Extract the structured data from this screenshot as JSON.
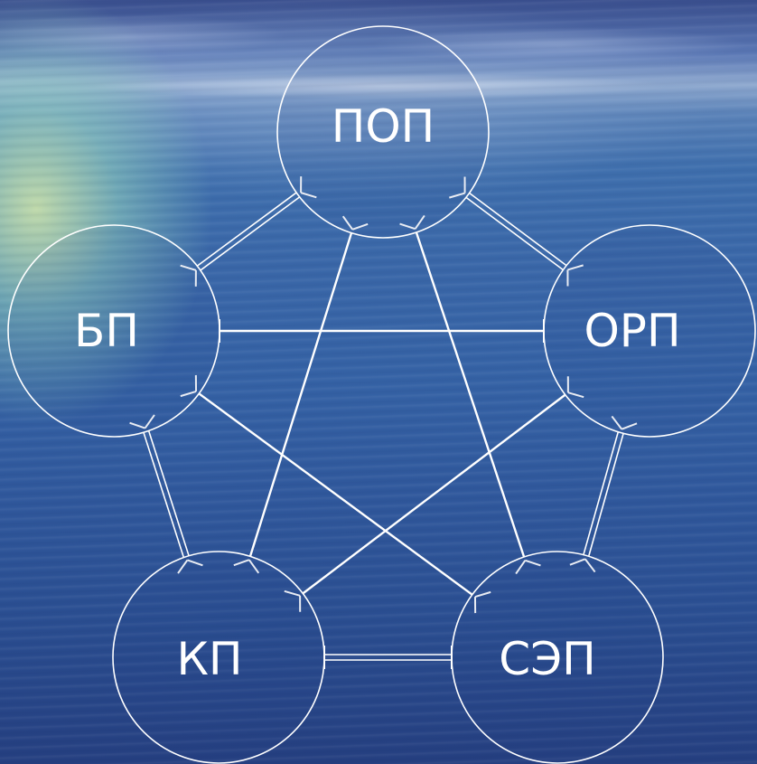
{
  "diagram": {
    "nodes": [
      {
        "id": "pop",
        "label": "ПОП"
      },
      {
        "id": "bp",
        "label": "БП"
      },
      {
        "id": "orp",
        "label": "ОРП"
      },
      {
        "id": "kp",
        "label": "КП"
      },
      {
        "id": "sep",
        "label": "СЭП"
      }
    ],
    "edges": [
      {
        "from": "pop",
        "to": "bp",
        "style": "double"
      },
      {
        "from": "pop",
        "to": "orp",
        "style": "double"
      },
      {
        "from": "bp",
        "to": "kp",
        "style": "double"
      },
      {
        "from": "orp",
        "to": "sep",
        "style": "double"
      },
      {
        "from": "kp",
        "to": "sep",
        "style": "double-capped"
      },
      {
        "from": "bp",
        "to": "orp",
        "style": "single-capped"
      },
      {
        "from": "pop",
        "to": "kp",
        "style": "single"
      },
      {
        "from": "pop",
        "to": "sep",
        "style": "single"
      },
      {
        "from": "bp",
        "to": "sep",
        "style": "single"
      },
      {
        "from": "orp",
        "to": "kp",
        "style": "single"
      }
    ],
    "colors": {
      "stroke": "#ffffff",
      "text": "#ffffff",
      "sea": "#3562a5"
    }
  }
}
